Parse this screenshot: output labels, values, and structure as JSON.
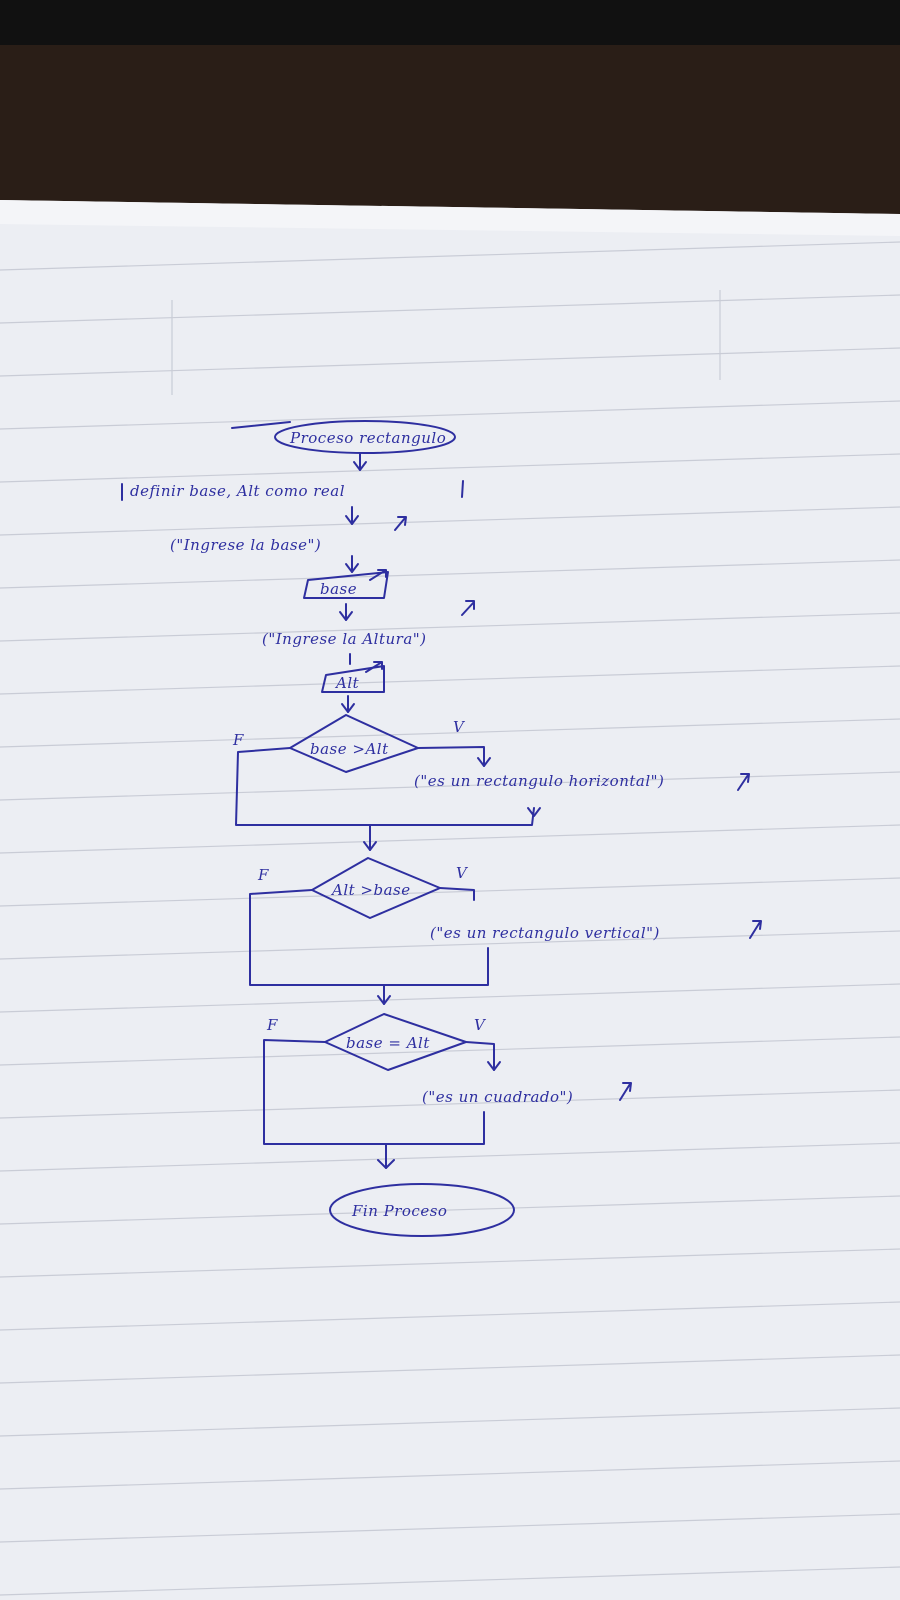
{
  "colors": {
    "ink": "#2e2fa0",
    "paper": "#eceef3",
    "rule_line": "#c9ccd6",
    "desk": "#2a1e17"
  },
  "flowchart": {
    "start": "Proceso rectangulo",
    "define": "definir base, Alt como real",
    "prompt_base": "(\"Ingrese la base\")",
    "input_base": "base",
    "prompt_alt": "(\"Ingrese la Altura\")",
    "input_alt": "Alt",
    "decision_1": {
      "condition": "base >Alt",
      "false_label": "F",
      "true_label": "V",
      "output": "(\"es un rectangulo horizontal\")"
    },
    "decision_2": {
      "condition": "Alt >base",
      "false_label": "F",
      "true_label": "V",
      "output": "(\"es un rectangulo vertical\")"
    },
    "decision_3": {
      "condition": "base = Alt",
      "false_label": "F",
      "true_label": "V",
      "output": "(\"es un cuadrado\")"
    },
    "end": "Fin Proceso"
  }
}
